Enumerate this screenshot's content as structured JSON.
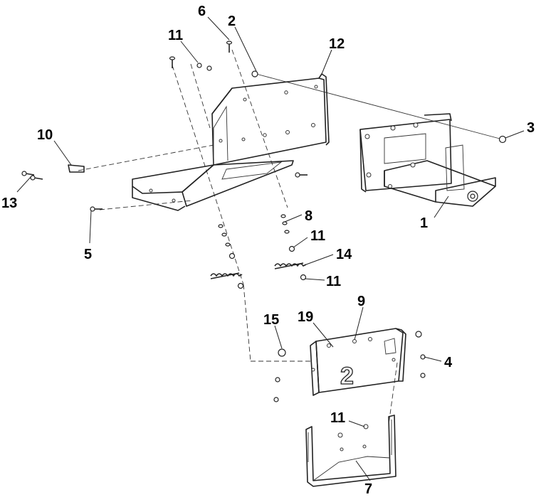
{
  "diagram": {
    "callouts": [
      "1",
      "2",
      "3",
      "4",
      "5",
      "6",
      "7",
      "8",
      "9",
      "10",
      "11",
      "11",
      "11",
      "11",
      "12",
      "13",
      "14",
      "15",
      "19"
    ],
    "plate_mark": "2",
    "parts": [
      {
        "id": "main-bracket",
        "name": "mounting-bracket"
      },
      {
        "id": "receiver",
        "name": "receiver-hitch"
      },
      {
        "id": "plate",
        "name": "front-plate"
      },
      {
        "id": "lower-bracket",
        "name": "lower-u-bracket"
      }
    ]
  }
}
